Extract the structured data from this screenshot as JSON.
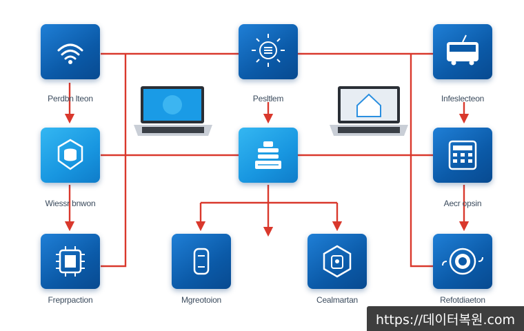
{
  "nodes": [
    {
      "id": "n1",
      "label": "Perdbn lteon",
      "icon": "wifi-icon",
      "style": "dark"
    },
    {
      "id": "n2",
      "label": "Pesltlem",
      "icon": "brain-chip-icon",
      "style": "dark"
    },
    {
      "id": "n3",
      "label": "Infeslecteon",
      "icon": "bus-icon",
      "style": "dark"
    },
    {
      "id": "n4",
      "label": "Wiessr bnwon",
      "icon": "shield-database-icon",
      "style": "light"
    },
    {
      "id": "n5",
      "label": "",
      "icon": "database-server-icon",
      "style": "light"
    },
    {
      "id": "n6",
      "label": "Aecr opsin",
      "icon": "keypad-icon",
      "style": "dark"
    },
    {
      "id": "n7",
      "label": "Freprpaction",
      "icon": "processor-icon",
      "style": "dark"
    },
    {
      "id": "n8",
      "label": "Mgreotoion",
      "icon": "phone-icon",
      "style": "dark"
    },
    {
      "id": "n9",
      "label": "Cealmartan",
      "icon": "hexagon-device-icon",
      "style": "dark"
    },
    {
      "id": "n10",
      "label": "Refotdiaeton",
      "icon": "gauge-icon",
      "style": "dark"
    }
  ],
  "laptops": [
    {
      "id": "laptop-left",
      "screen": "blue-screen"
    },
    {
      "id": "laptop-right",
      "screen": "house-screen"
    }
  ],
  "colors": {
    "connector": "#d9382c",
    "node_dark": "#0b5aa8",
    "node_light": "#1896e0",
    "icon": "#ffffff"
  },
  "watermark": "https://데이터복원.com"
}
